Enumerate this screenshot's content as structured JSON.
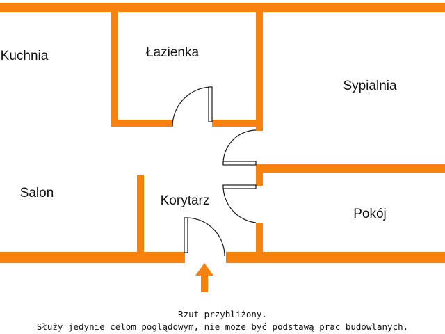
{
  "rooms": {
    "kitchen": "Kuchnia",
    "bathroom": "Łazienka",
    "bedroom": "Sypialnia",
    "living_room": "Salon",
    "hallway": "Korytarz",
    "room": "Pokój"
  },
  "entrance": {
    "icon": "arrow-up-icon"
  },
  "footer": {
    "line1": "Rzut przybliżony.",
    "line2": "Służy jedynie celom poglądowym, nie może być podstawą prac budowlanych."
  },
  "colors": {
    "walls": "#f7820e",
    "door_lines": "#1a1a1a",
    "text": "#111111",
    "background": "#ffffff"
  }
}
